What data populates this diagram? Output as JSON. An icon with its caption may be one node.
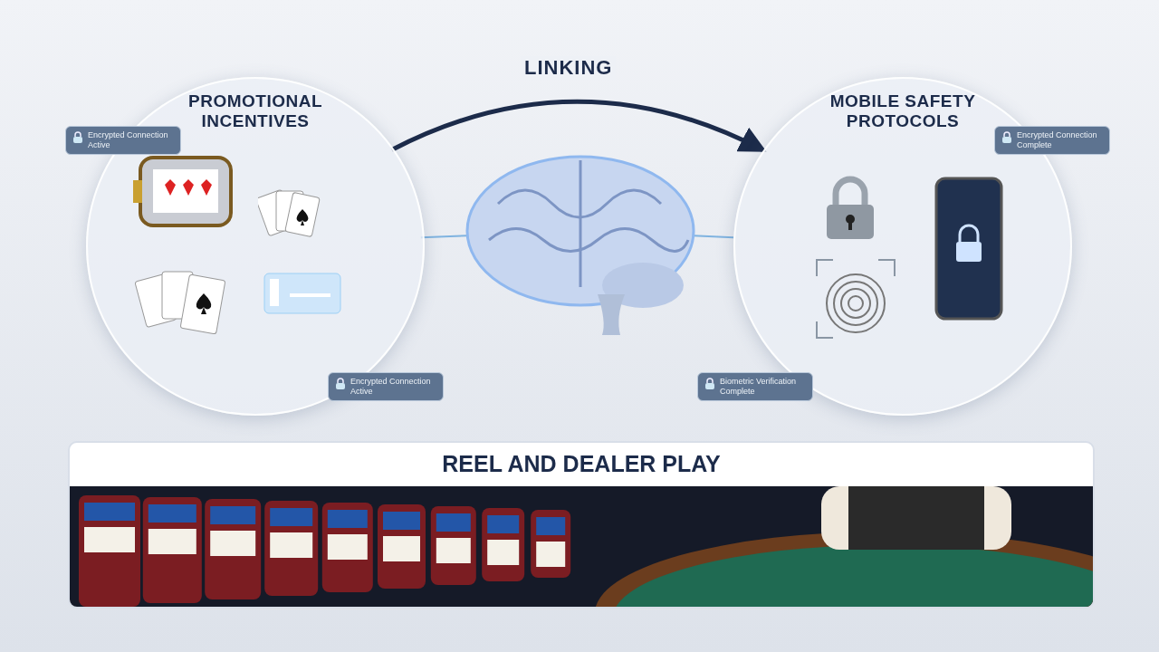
{
  "diagram": {
    "nodes": [
      {
        "text": [
          "PROMOTIONAL INCENTIVES"
        ]
      },
      {
        "text": [],
        "shape": "picture"
      },
      {
        "text": [
          "MOBILE SAFETY PROTOCOLS"
        ]
      },
      {
        "text": [
          "Encrypted Connection Active"
        ]
      },
      {
        "text": [
          "Encrypted Connection Complete"
        ]
      },
      {
        "text": [
          "Encrypted Connection Active"
        ]
      },
      {
        "text": [
          "Biometric Verification Complete"
        ]
      },
      {
        "text": [
          "REEL AND DEALER PLAY"
        ]
      }
    ],
    "edges": [
      {
        "from": 0,
        "to": 2,
        "arrow": "to",
        "label": "LINKING",
        "style": "thick",
        "color": "#1c2b4a"
      },
      {
        "from": 0,
        "to": 1,
        "arrow": "none"
      },
      {
        "from": 1,
        "to": 2,
        "arrow": "none"
      }
    ]
  }
}
